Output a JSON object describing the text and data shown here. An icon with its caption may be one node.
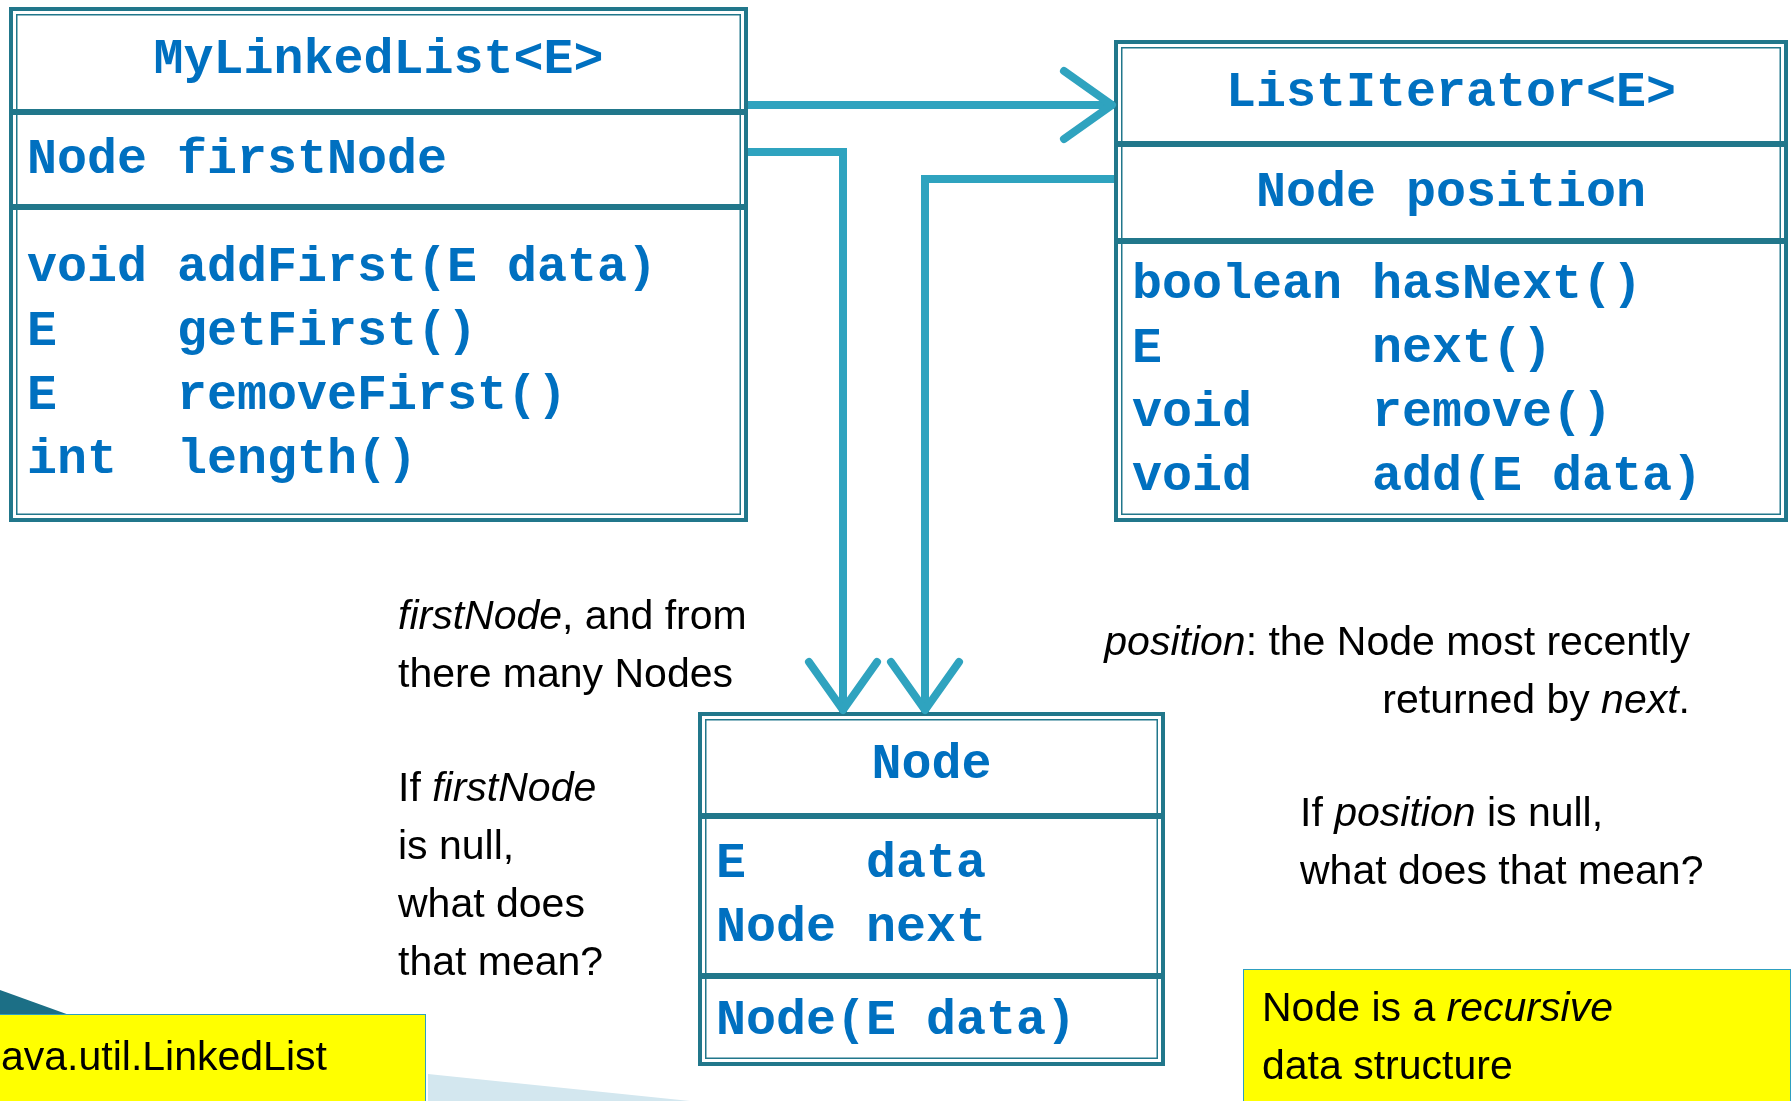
{
  "diagram": {
    "nodes": [
      {
        "text": [
          "MyLinkedList<E>",
          "Node firstNode",
          "void addFirst(E data)",
          "E getFirst()",
          "E removeFirst()",
          "int length()"
        ]
      },
      {
        "text": [
          "ListIterator<E>",
          "Node position",
          "boolean hasNext()",
          "E next()",
          "void remove()",
          "void add(E data)"
        ]
      },
      {
        "text": [
          "Node",
          "E data",
          "Node next",
          "Node(E data)"
        ]
      },
      {
        "text": [
          "ava.util.LinkedList"
        ]
      },
      {
        "text": [
          "Node is a *recursive* data structure"
        ]
      }
    ],
    "edges": [
      {
        "from": 0,
        "to": 1,
        "arrow": "to"
      },
      {
        "from": 0,
        "to": 2,
        "arrow": "to"
      },
      {
        "from": 1,
        "to": 2,
        "arrow": "to"
      }
    ],
    "labels": [
      "*firstNode*, and from there many Nodes",
      "If *firstNode* is null, what does that mean?",
      "*position*: the Node most recently returned by *next*.",
      "If *position* is null, what does that mean?"
    ]
  }
}
